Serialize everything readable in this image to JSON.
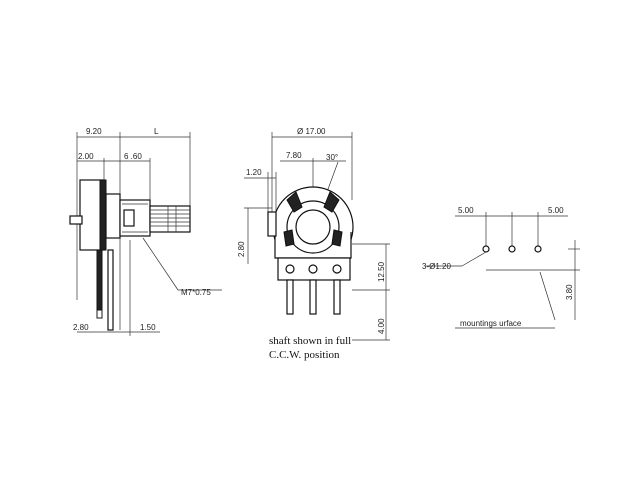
{
  "side_view": {
    "dim_top_left": "9.20",
    "dim_top_right": "L",
    "dim_2": "2.00",
    "dim_6": "6 .60",
    "dim_bottom_left": "2.80",
    "dim_bottom_right": "1.50",
    "thread_label": "M7*0.75"
  },
  "front_view": {
    "dia": "Ø 17.00",
    "dim_780": "7.80",
    "angle": "30°",
    "dim_120": "1.20",
    "dim_280": "2.80",
    "dim_1250": "12.50",
    "dim_400": "4.00",
    "caption_line1": "shaft shown in full",
    "caption_line2": "C.C.W. position"
  },
  "pcb_view": {
    "pitch_left": "5.00",
    "pitch_right": "5.00",
    "hole_label": "3-Ø1.20",
    "dim_380": "3.80",
    "mounting_label": "mountings urface"
  }
}
